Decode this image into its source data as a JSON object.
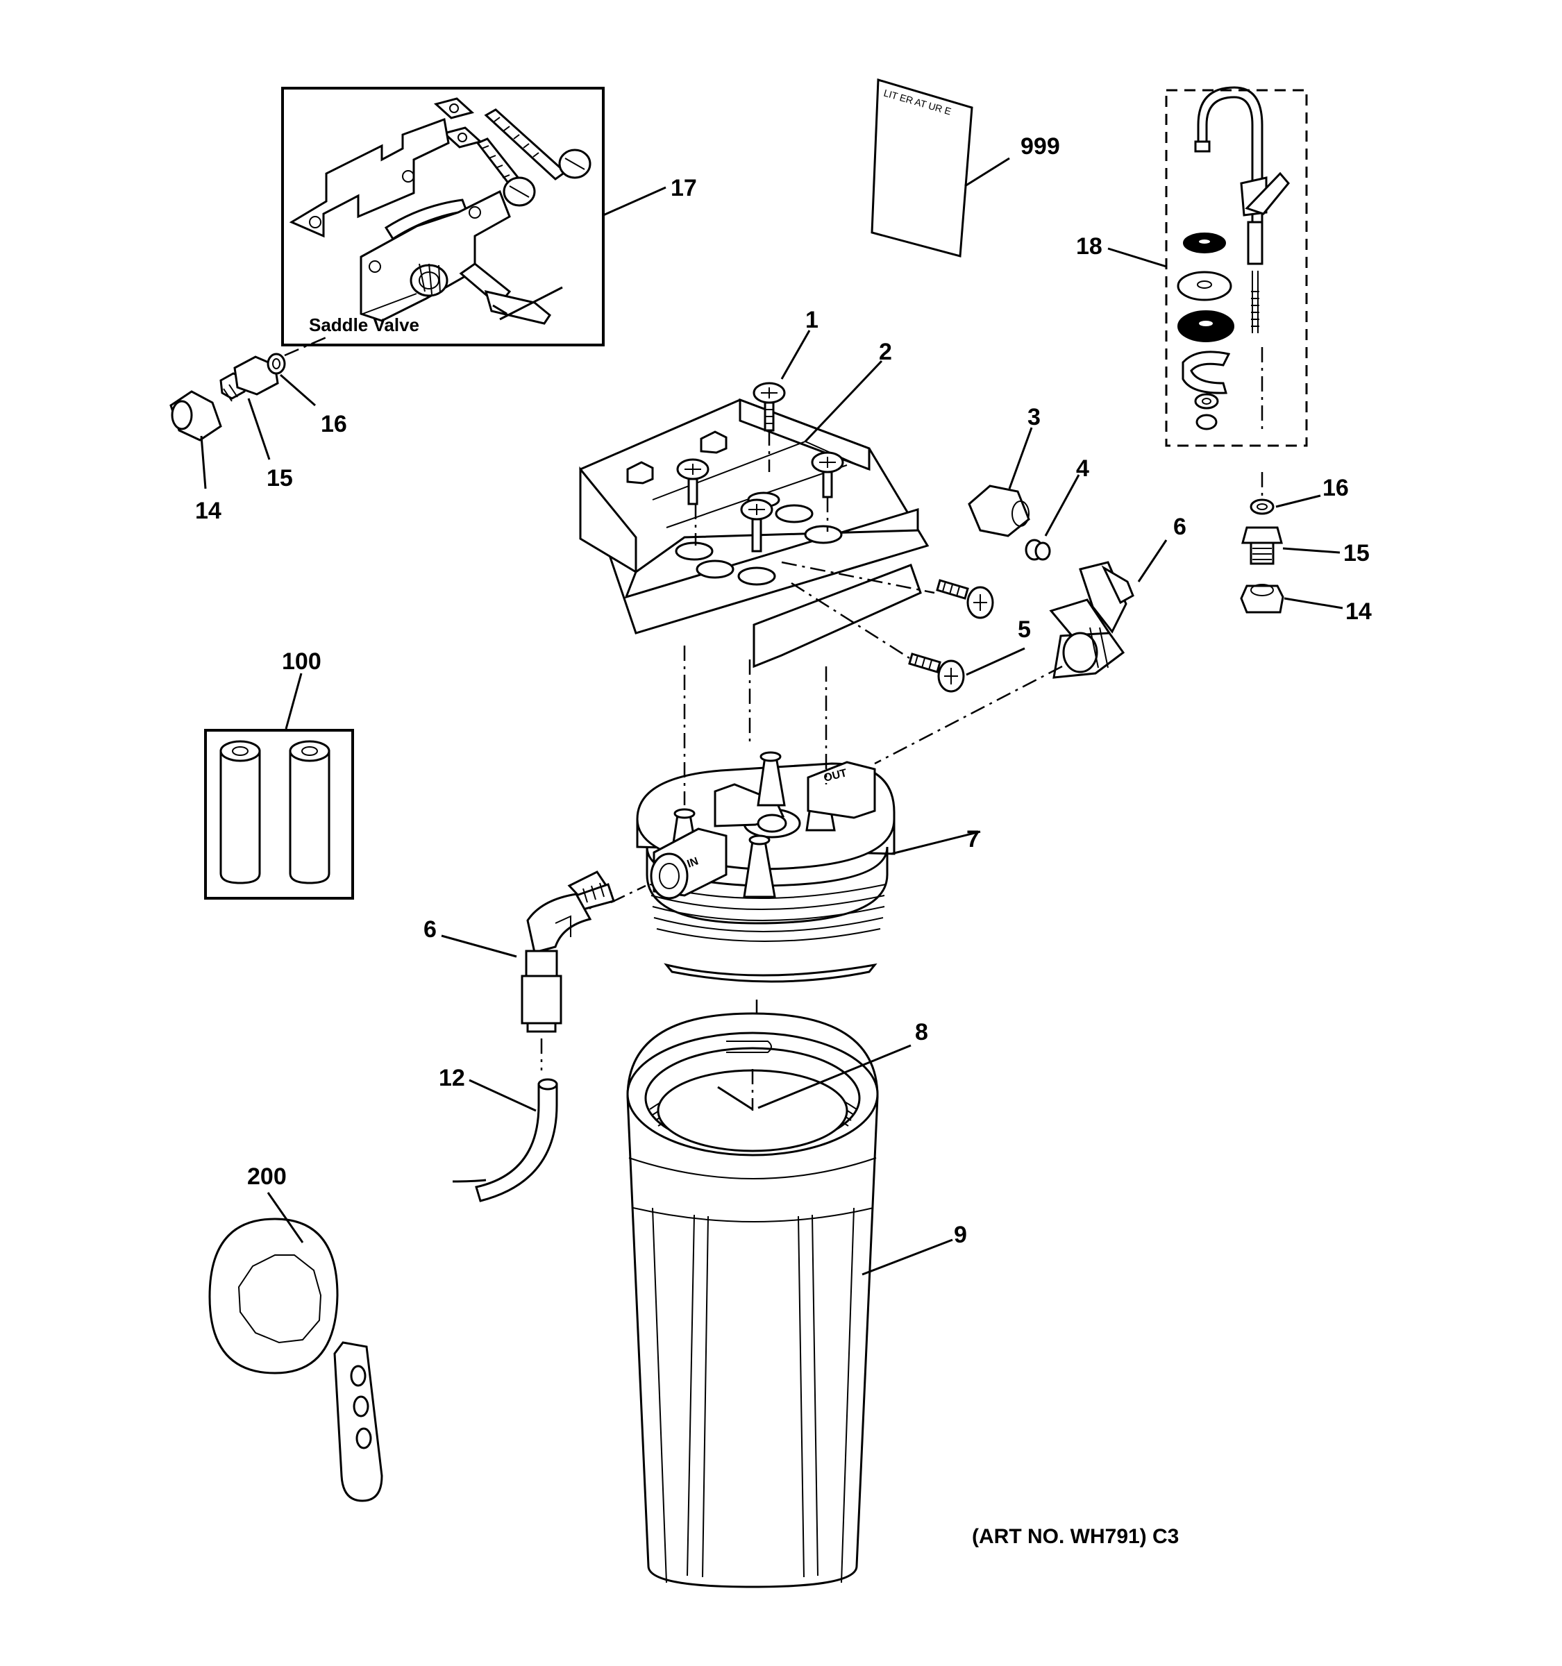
{
  "labels": {
    "l1": "1",
    "l2": "2",
    "l3": "3",
    "l4": "4",
    "l5": "5",
    "l6a": "6",
    "l6b": "6",
    "l7": "7",
    "l8": "8",
    "l9": "9",
    "l12": "12",
    "l14a": "14",
    "l14b": "14",
    "l15a": "15",
    "l15b": "15",
    "l16a": "16",
    "l16b": "16",
    "l17": "17",
    "l18": "18",
    "l100": "100",
    "l200": "200",
    "l999": "999"
  },
  "saddle_valve_caption": "Saddle Valve",
  "literature_text": "LIT ER AT UR E",
  "port_in": "IN",
  "port_out": "OUT",
  "art_number": "(ART NO. WH791) C3"
}
